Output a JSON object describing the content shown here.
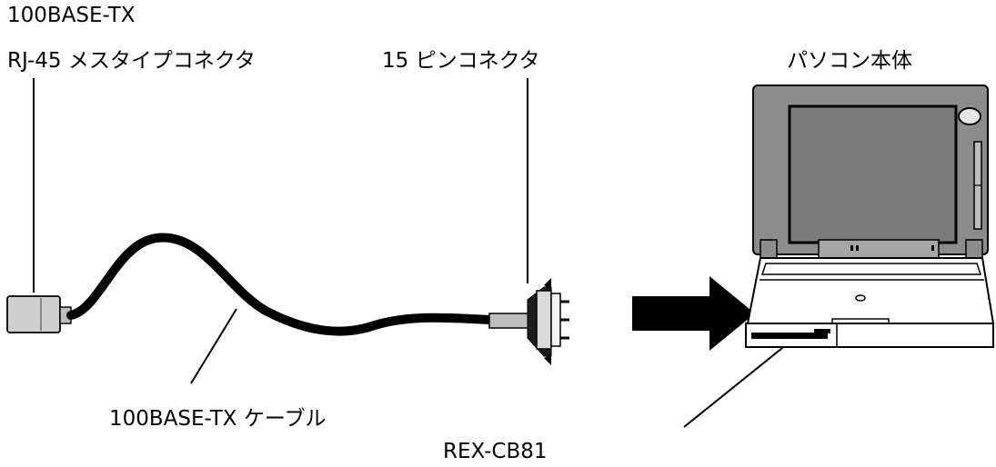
{
  "labels": {
    "connector_line1": "100BASE-TX",
    "connector_line2": "RJ-45 メスタイプコネクタ",
    "pin_connector": "15 ピンコネクタ",
    "pc_body": "パソコン本体",
    "cable": "100BASE-TX ケーブル",
    "card": "REX-CB81"
  },
  "colors": {
    "ink": "#000000",
    "laptop_gray": "#8c8c8c",
    "screen_gray": "#7a7a7a",
    "connector_gray": "#cfcfcf"
  }
}
